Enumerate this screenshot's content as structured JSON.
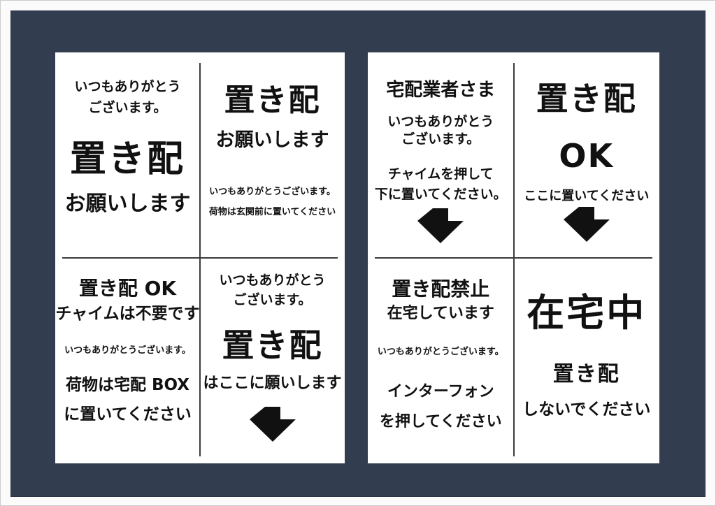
{
  "colors": {
    "outer_frame": "#fbfbfb",
    "panel_background": "#333d50",
    "sheet_background": "#ffffff",
    "text": "#111111",
    "divider": "#3b3b3b"
  },
  "sheets": {
    "left": {
      "top_left": {
        "l1": "いつもありがとう",
        "l2": "ございます。",
        "l3": "置き配",
        "l4": "お願いします"
      },
      "top_right": {
        "l1": "置き配",
        "l2": "お願いします",
        "l3": "いつもありがとうございます。",
        "l4": "荷物は玄関前に置いてください"
      },
      "bottom_left": {
        "l1": "置き配 OK",
        "l2": "チャイムは不要です",
        "l3": "いつもありがとうございます。",
        "l4": "荷物は宅配 BOX",
        "l5": "に置いてください"
      },
      "bottom_right": {
        "l1": "いつもありがとう",
        "l2": "ございます。",
        "l3": "置き配",
        "l4": "はここに願いします",
        "arrow": "down-arrow"
      }
    },
    "right": {
      "top_left": {
        "l1": "宅配業者さま",
        "l2": "いつもありがとう",
        "l3": "ございます。",
        "l4": "チャイムを押して",
        "l5": "下に置いてください。",
        "arrow": "down-arrow"
      },
      "top_right": {
        "l1": "置き配",
        "l2": "OK",
        "l3": "ここに置いてください",
        "arrow": "down-arrow"
      },
      "bottom_left": {
        "l1": "置き配禁止",
        "l2": "在宅しています",
        "l3": "いつもありがとうございます。",
        "l4": "インターフォン",
        "l5": "を押してください"
      },
      "bottom_right": {
        "l1": "在宅中",
        "l2": "置き配",
        "l3": "しないでください"
      }
    }
  }
}
